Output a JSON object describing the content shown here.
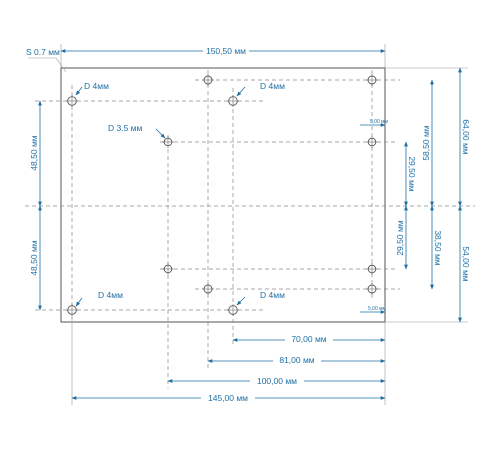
{
  "labels": {
    "thickness": "S 0.7 мм",
    "top_width": "150,50 мм",
    "d4_top_left": "D 4мм",
    "d4_top_mid": "D 4мм",
    "d35": "D 3.5 мм",
    "d4_bot_left": "D 4мм",
    "d4_bot_mid": "D 4мм",
    "small_top": "5,00 мм",
    "small_bot": "5,00 мм",
    "left_top": "48,50 мм",
    "left_bot": "48,50 мм",
    "r_295_top": "29,50 мм",
    "r_295_bot": "29,50 мм",
    "r_585": "58,50 мм",
    "r_385": "38,50 мм",
    "r_640": "64,00 мм",
    "r_540": "54,00 мм",
    "b_70": "70,00 мм",
    "b_81": "81,00 мм",
    "b_100": "100,00 мм",
    "b_145": "145,00 мм"
  },
  "colors": {
    "dimension": "#1f6fa5",
    "outline": "#555555",
    "centerline": "#8a8a8a"
  }
}
